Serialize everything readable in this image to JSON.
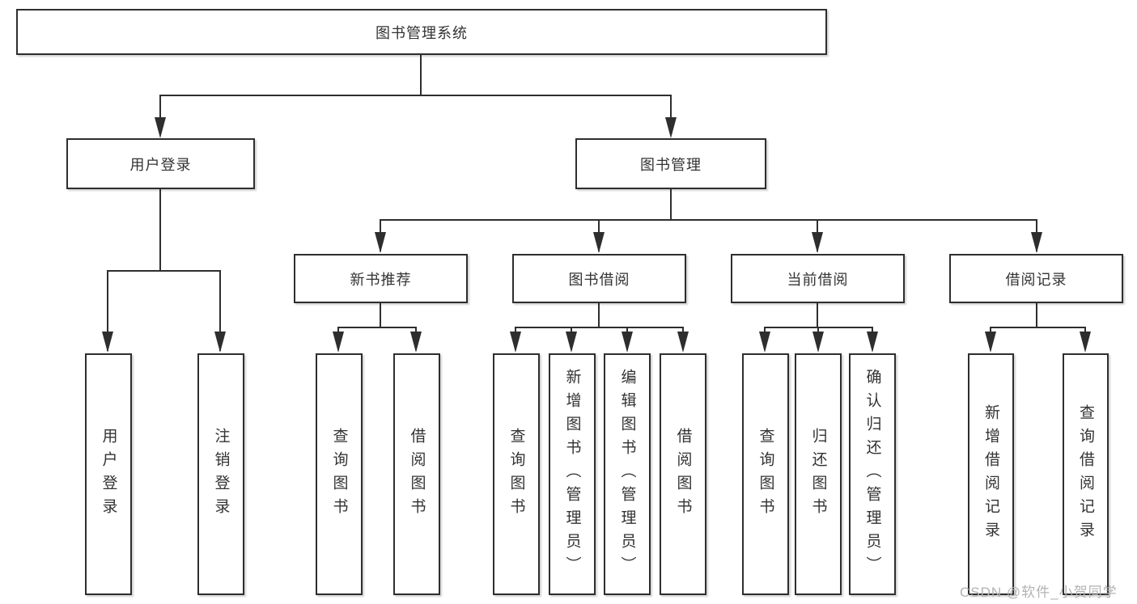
{
  "tree": {
    "root": "图书管理系统",
    "children": [
      {
        "label": "用户登录",
        "children": [
          {
            "label": "用户登录"
          },
          {
            "label": "注销登录"
          }
        ]
      },
      {
        "label": "图书管理",
        "children": [
          {
            "label": "新书推荐",
            "children": [
              {
                "label": "查询图书"
              },
              {
                "label": "借阅图书"
              }
            ]
          },
          {
            "label": "图书借阅",
            "children": [
              {
                "label": "查询图书"
              },
              {
                "label": "新增图书（管理员）"
              },
              {
                "label": "编辑图书（管理员）"
              },
              {
                "label": "借阅图书"
              }
            ]
          },
          {
            "label": "当前借阅",
            "children": [
              {
                "label": "查询图书"
              },
              {
                "label": "归还图书"
              },
              {
                "label": "确认归还（管理员）"
              }
            ]
          },
          {
            "label": "借阅记录",
            "children": [
              {
                "label": "新增借阅记录"
              },
              {
                "label": "查询借阅记录"
              }
            ]
          }
        ]
      }
    ]
  },
  "watermark": "CSDN @软件_小贺同学",
  "colors": {
    "line": "#2e2e2e",
    "box_background": "#ffffff",
    "text": "#333333",
    "watermark": "#b3b3b3"
  }
}
